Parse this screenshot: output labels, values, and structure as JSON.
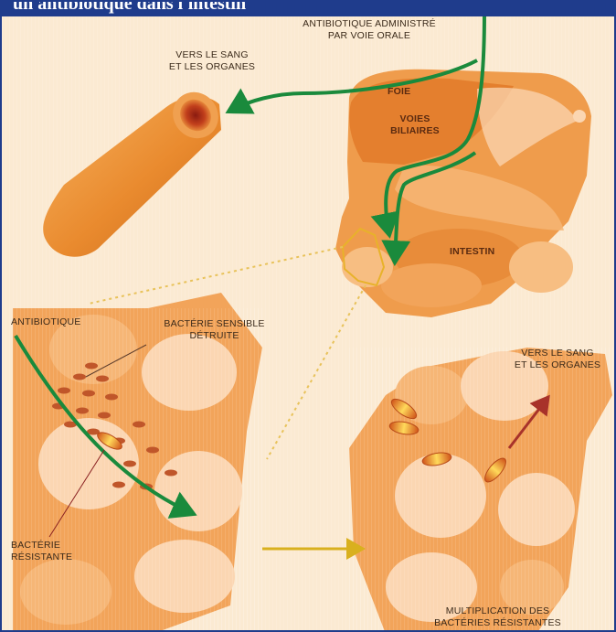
{
  "title": "un antibiotique dans l'intestin",
  "labels": {
    "administered_line1": "ANTIBIOTIQUE ADMINISTRÉ",
    "administered_line2": "PAR VOIE ORALE",
    "to_blood_top_line1": "VERS LE SANG",
    "to_blood_top_line2": "ET LES ORGANES",
    "liver": "FOIE",
    "bile_line1": "VOIES",
    "bile_line2": "BILIAIRES",
    "intestine": "INTESTIN",
    "antibiotic": "ANTIBIOTIQUE",
    "sensitive_line1": "BACTÉRIE SENSIBLE",
    "sensitive_line2": "DÉTRUITE",
    "resistant_line1": "BACTÉRIE",
    "resistant_line2": "RÉSISTANTE",
    "to_blood_right_line1": "VERS LE SANG",
    "to_blood_right_line2": "ET LES ORGANES",
    "multiplication_line1": "MULTIPLICATION DES",
    "multiplication_line2": "BACTÉRIES RÉSISTANTES"
  },
  "colors": {
    "frame_border": "#1f3c8c",
    "title_bar": "#1f3c8c",
    "background": "#fdf3e2",
    "tissue": "#f2a45a",
    "organ": "#e8893a",
    "pale_cell": "#fbd6b2",
    "green_path": "#1a8a3c",
    "yellow_arrow": "#d9b01e",
    "red_arrow": "#a8322a"
  }
}
